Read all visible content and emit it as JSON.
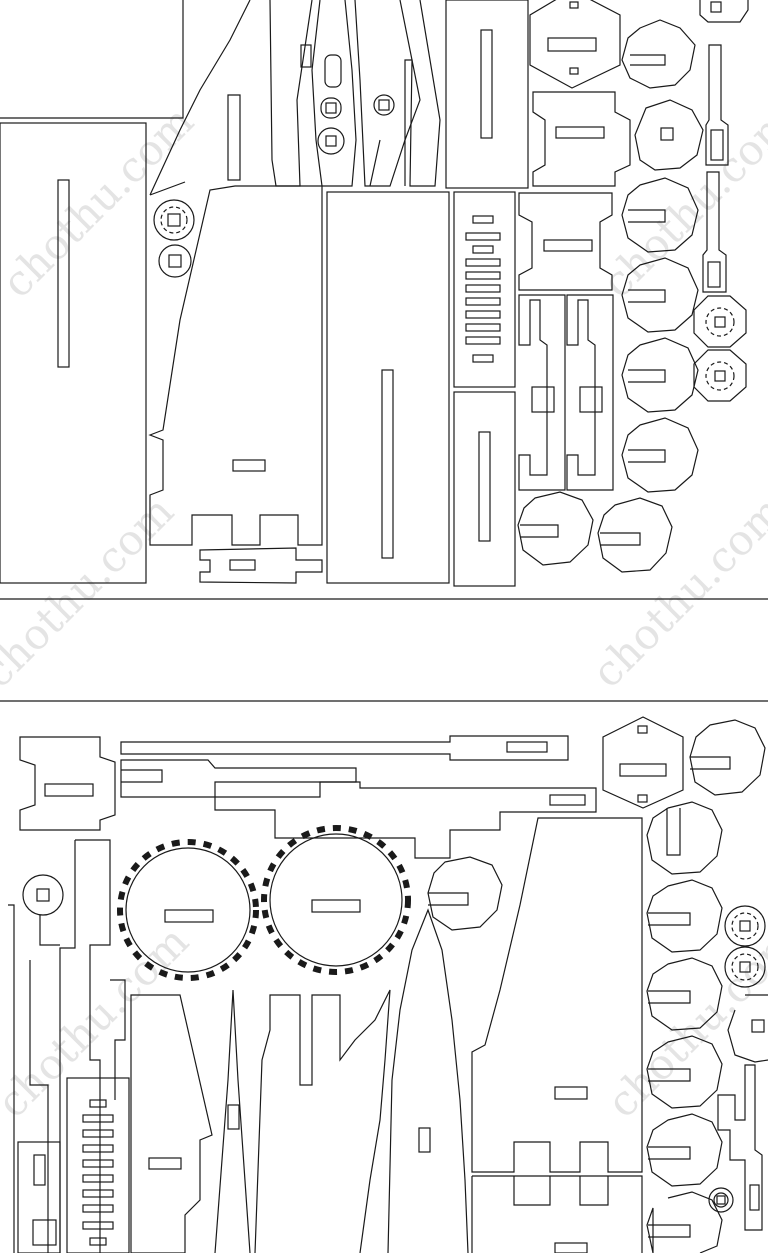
{
  "watermark": {
    "text": "chothu.com",
    "color": "#cfcfcf"
  },
  "sheets": {
    "top": {
      "label": "",
      "role": "cut-sheet"
    },
    "bottom": {
      "label": "",
      "role": "cut-sheet"
    }
  },
  "colors": {
    "line": "#1a1a1a",
    "background": "#ffffff"
  }
}
